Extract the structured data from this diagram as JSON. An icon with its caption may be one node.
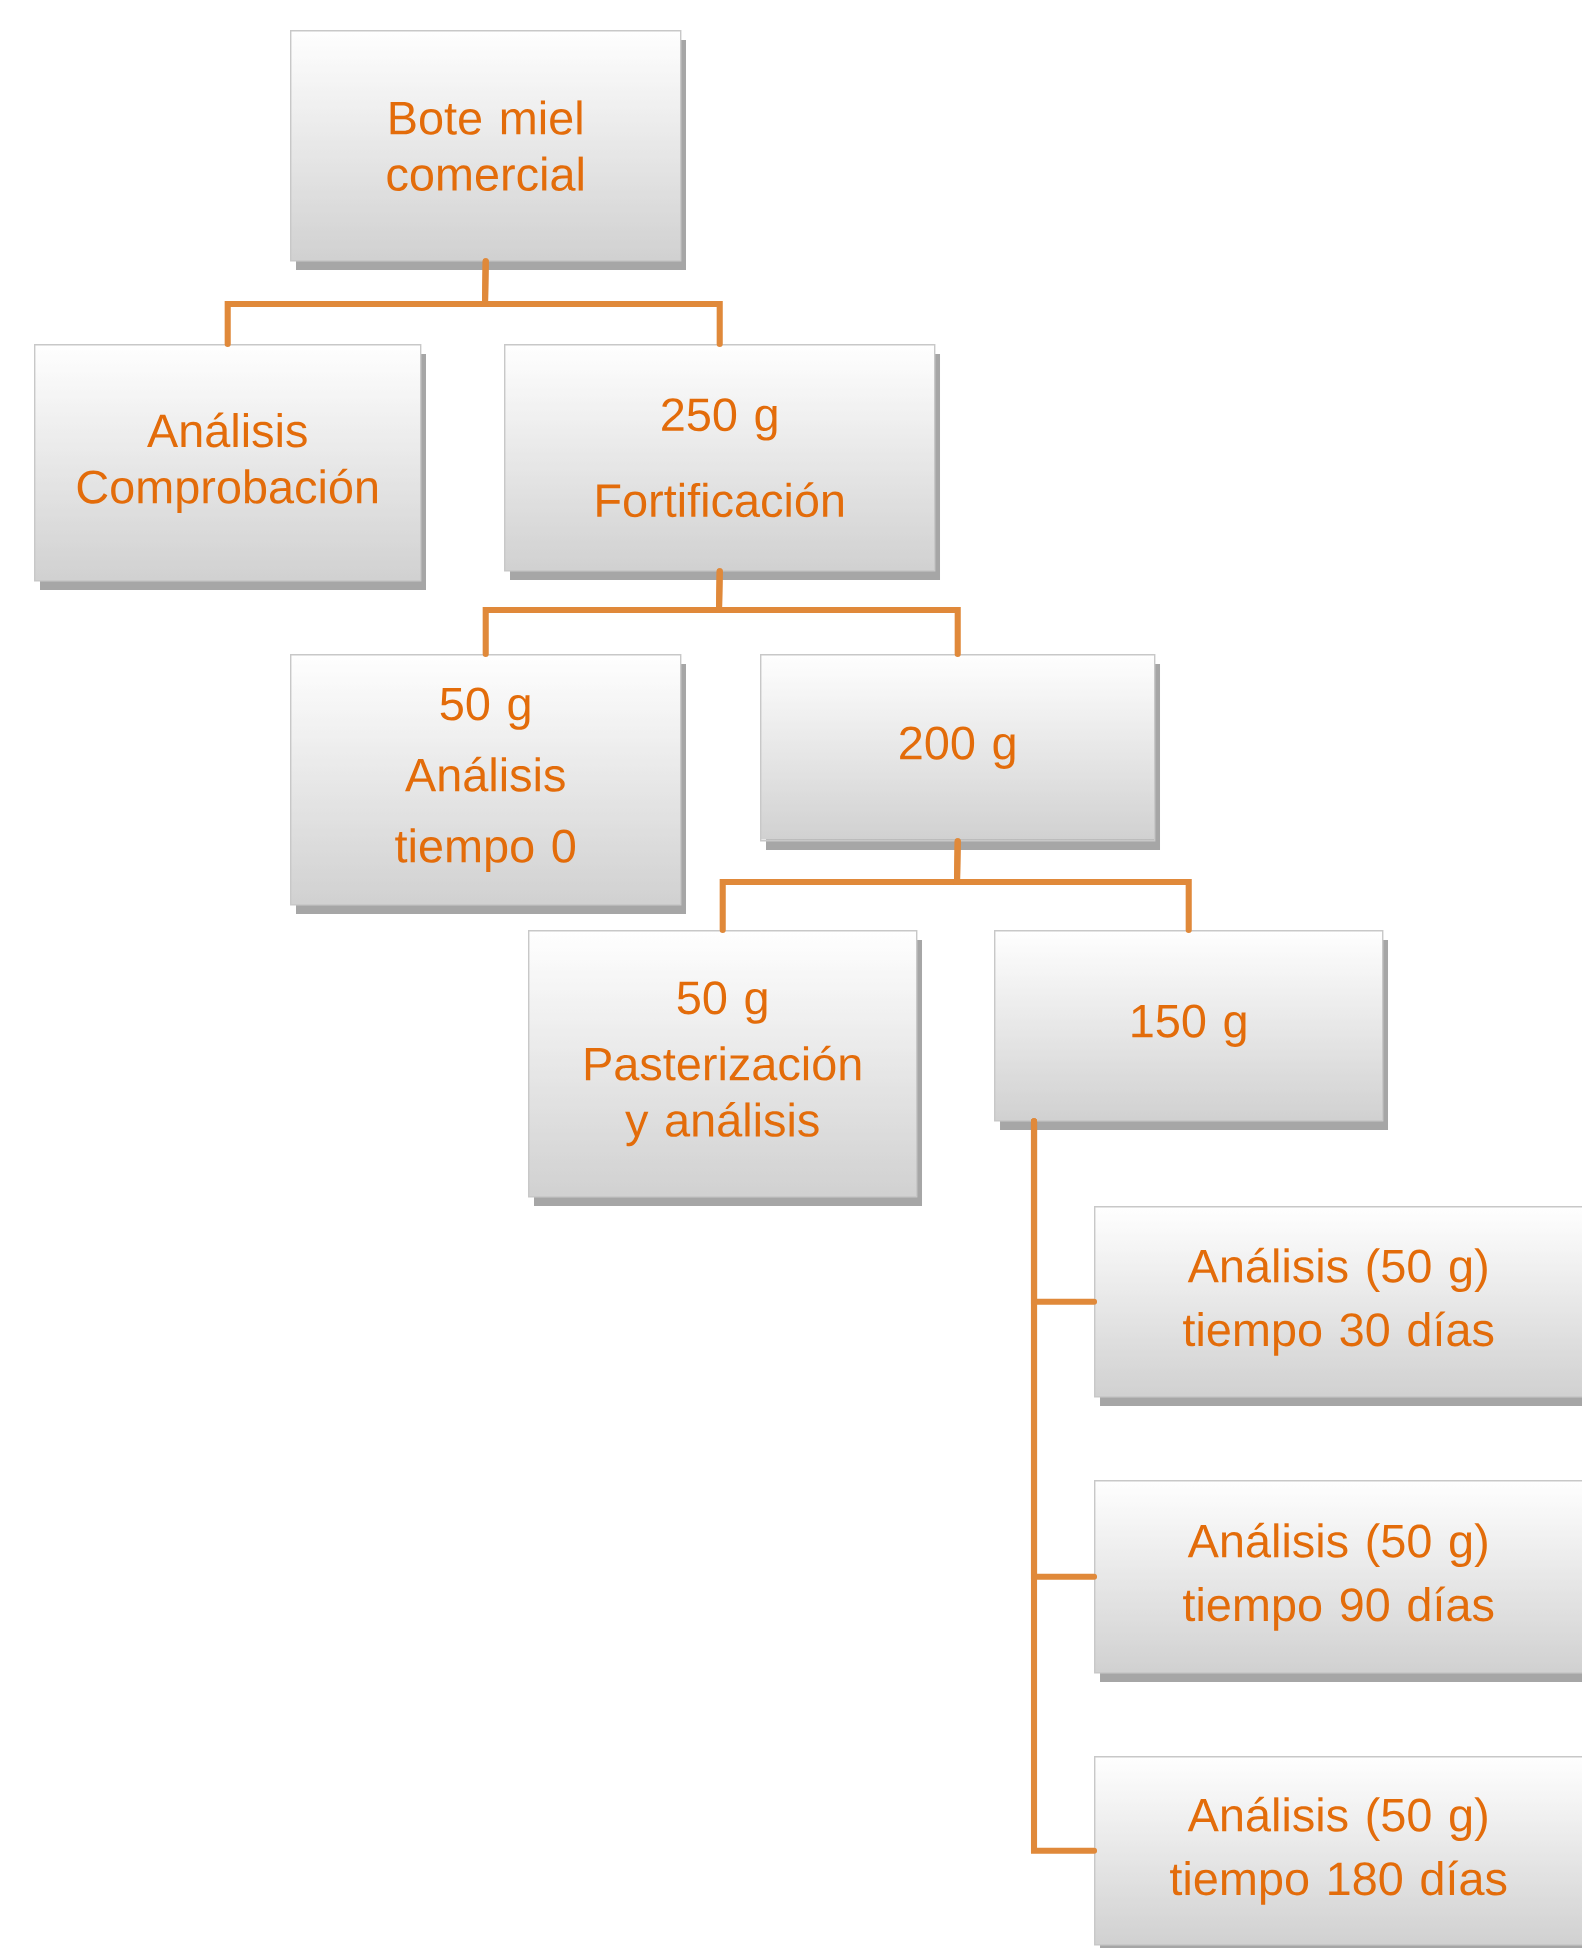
{
  "diagram": {
    "nodes": [
      {
        "text": [
          "Bote miel comercial"
        ]
      },
      {
        "text": [
          "Análisis Comprobación"
        ]
      },
      {
        "text": [
          "250 g",
          "Fortificación"
        ]
      },
      {
        "text": [
          "50 g",
          "Análisis",
          "tiempo 0"
        ]
      },
      {
        "text": [
          "200 g"
        ]
      },
      {
        "text": [
          "50 g",
          "Pasterización y análisis"
        ]
      },
      {
        "text": [
          "150 g"
        ]
      },
      {
        "text": [
          "Análisis (50 g)",
          "tiempo 30 días"
        ]
      },
      {
        "text": [
          "Análisis (50 g)",
          "tiempo 90 días"
        ]
      },
      {
        "text": [
          "Análisis (50 g)",
          "tiempo 180 días"
        ]
      }
    ],
    "edges": [
      {
        "from": 0,
        "to": 1,
        "arrow": "none"
      },
      {
        "from": 0,
        "to": 2,
        "arrow": "none"
      },
      {
        "from": 2,
        "to": 3,
        "arrow": "none"
      },
      {
        "from": 2,
        "to": 4,
        "arrow": "none"
      },
      {
        "from": 4,
        "to": 5,
        "arrow": "none"
      },
      {
        "from": 4,
        "to": 6,
        "arrow": "none"
      },
      {
        "from": 6,
        "to": 7,
        "arrow": "none"
      },
      {
        "from": 6,
        "to": 8,
        "arrow": "none"
      },
      {
        "from": 6,
        "to": 9,
        "arrow": "none"
      }
    ]
  }
}
